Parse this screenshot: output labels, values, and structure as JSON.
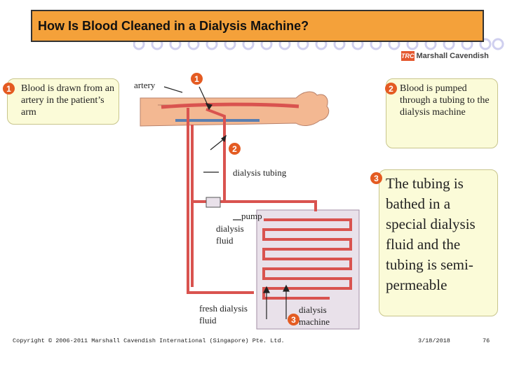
{
  "title": "How Is Blood Cleaned in a Dialysis Machine?",
  "logo": {
    "mark": "TRC",
    "text": "Marshall Cavendish"
  },
  "callouts": {
    "step1": {
      "num": "1",
      "text": "Blood is drawn from an artery in the patient’s arm"
    },
    "step2": {
      "num": "2",
      "text": "Blood is pumped through a tubing to the dialysis machine"
    },
    "step3": {
      "num": "3",
      "text": "The tubing is bathed in a special dialysis fluid and the tubing is semi-permeable"
    }
  },
  "diagram": {
    "artery": "artery",
    "badge1": "1",
    "badge2": "2",
    "badge3": "3",
    "dialysis_tubing": "dialysis tubing",
    "pump": "pump",
    "dialysis_fluid": "dialysis fluid",
    "fresh_dialysis_fluid": "fresh dialysis fluid",
    "dialysis_machine": "dialysis machine"
  },
  "footer": {
    "copyright": "Copyright © 2006-2011 Marshall Cavendish International (Singapore) Pte. Ltd.",
    "date": "3/18/2018",
    "page": "76"
  },
  "colors": {
    "title_bg": "#f4a13a",
    "badge": "#e45b22",
    "callout_bg": "#fbfbd8",
    "blood": "#d9534f",
    "ring": "#cfcfef"
  }
}
